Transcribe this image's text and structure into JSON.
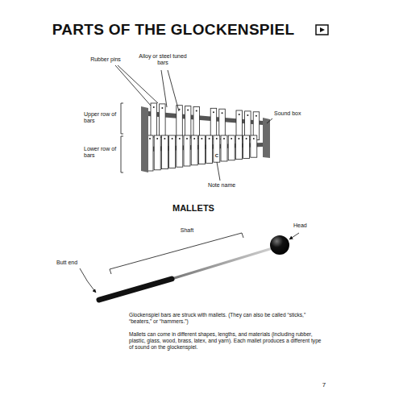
{
  "diagram": {
    "title": "PARTS OF THE GLOCKENSPIEL",
    "labels": [
      "Rubber pins",
      "Alloy or steel tuned bars",
      "Upper row of bars",
      "Lower row of bars",
      "Sound box",
      "C",
      "Note name",
      "MALLETS",
      "Head",
      "Shaft",
      "Butt end",
      "Glockenspiel bars are struck with mallets. (They can also be called “sticks,” “beaters,” or “hammers.”)",
      "Mallets can come in different shapes, lengths, and materials (including rubber, plastic, glass, wood, brass, latex, and yarn). Each mallet produces a different type of sound on the glockenspiel.",
      "7"
    ]
  }
}
